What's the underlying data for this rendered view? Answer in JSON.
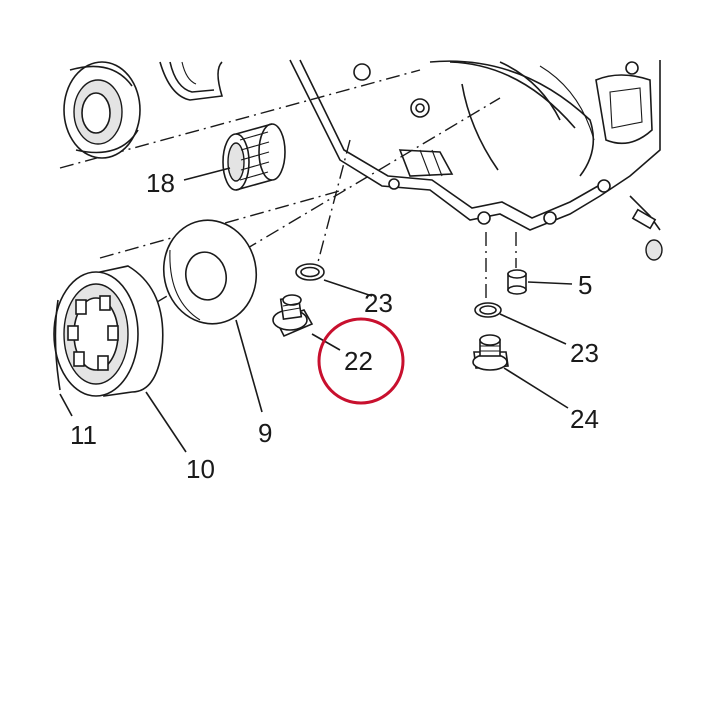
{
  "labels": {
    "p18": "18",
    "p23a": "23",
    "p22": "22",
    "p5": "5",
    "p23b": "23",
    "p24": "24",
    "p11": "11",
    "p10": "10",
    "p9": "9"
  },
  "highlight": {
    "color": "#c8102e",
    "target": "22"
  }
}
